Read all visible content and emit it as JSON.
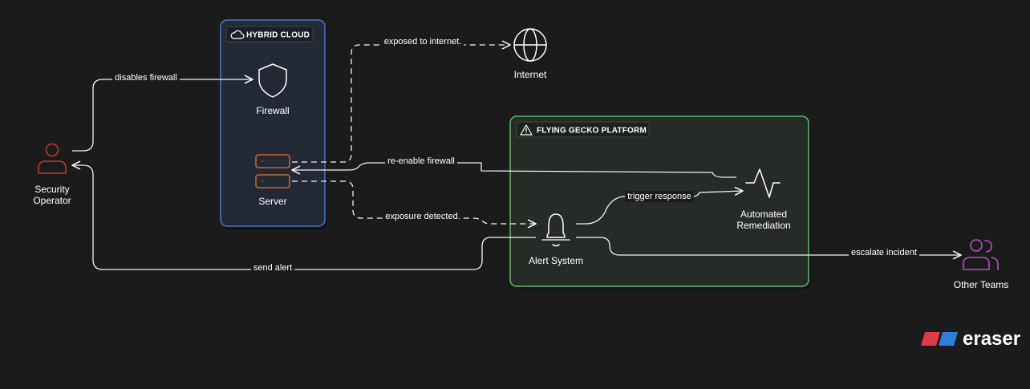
{
  "groups": {
    "hybrid_cloud": {
      "label": "HYBRID CLOUD",
      "color": "#4a78c2"
    },
    "flying_gecko": {
      "label": "FLYING GECKO PLATFORM",
      "color": "#5fb86e"
    }
  },
  "nodes": {
    "security_operator": {
      "line1": "Security",
      "line2": "Operator",
      "color": "#c0392b"
    },
    "firewall": {
      "label": "Firewall"
    },
    "server": {
      "label": "Server",
      "color": "#c0652b"
    },
    "internet": {
      "label": "Internet"
    },
    "alert_system": {
      "label": "Alert System"
    },
    "automated_remediation": {
      "line1": "Automated",
      "line2": "Remediation"
    },
    "other_teams": {
      "label": "Other Teams",
      "color": "#b44ec7"
    }
  },
  "edges": {
    "disables_firewall": "disables firewall",
    "exposed_to_internet": "exposed to internet.",
    "re_enable_firewall": "re-enable firewall",
    "exposure_detected": "exposure detected.",
    "trigger_response": "trigger response",
    "send_alert": "send alert",
    "escalate_incident": "escalate incident"
  },
  "brand": {
    "name": "eraser",
    "colors": [
      "#e03a48",
      "#2f7fd8"
    ]
  }
}
